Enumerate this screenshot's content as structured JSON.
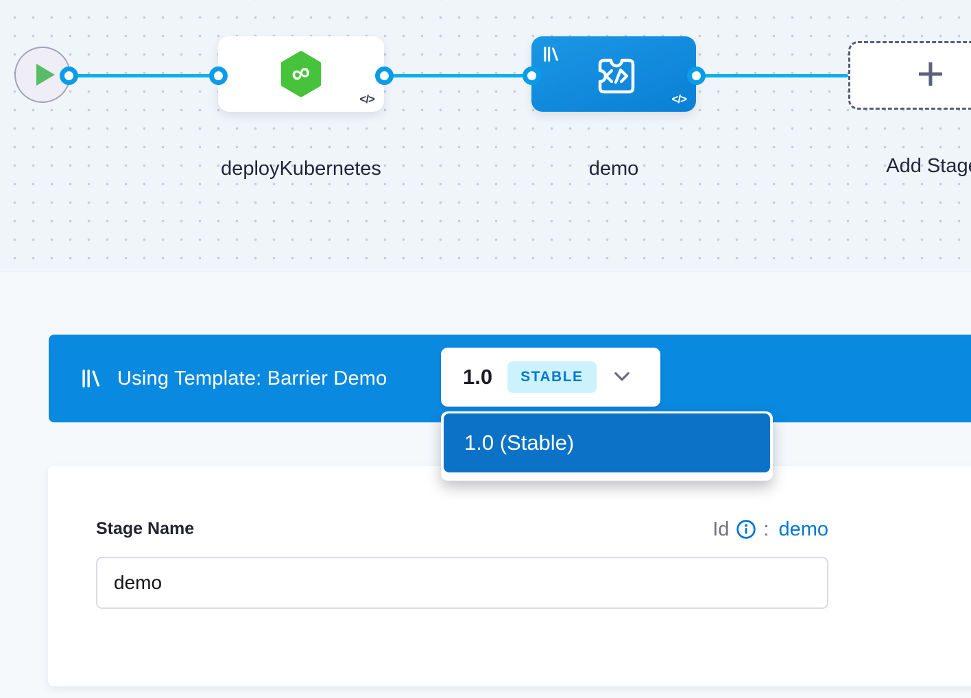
{
  "colors": {
    "accent_blue": "#0278d5",
    "banner_blue": "#0a89e0",
    "dropdown_blue": "#0b72c7",
    "edge_blue": "#0fb0ea",
    "stage_green": "#46c33a",
    "stable_badge_bg": "#ccf2fd"
  },
  "canvas": {
    "stages": [
      {
        "label": "deployKubernetes",
        "code_badge": "</>"
      },
      {
        "label": "demo",
        "code_badge": "</>"
      }
    ],
    "add_stage_label": "Add Stage"
  },
  "template_banner": {
    "text": "Using Template: Barrier Demo",
    "version": "1.0",
    "version_badge": "STABLE"
  },
  "version_dropdown": {
    "items": [
      "1.0 (Stable)"
    ]
  },
  "stage_form": {
    "name_label": "Stage Name",
    "id_label": "Id",
    "id_separator": ":",
    "id_value": "demo",
    "name_value": "demo"
  }
}
